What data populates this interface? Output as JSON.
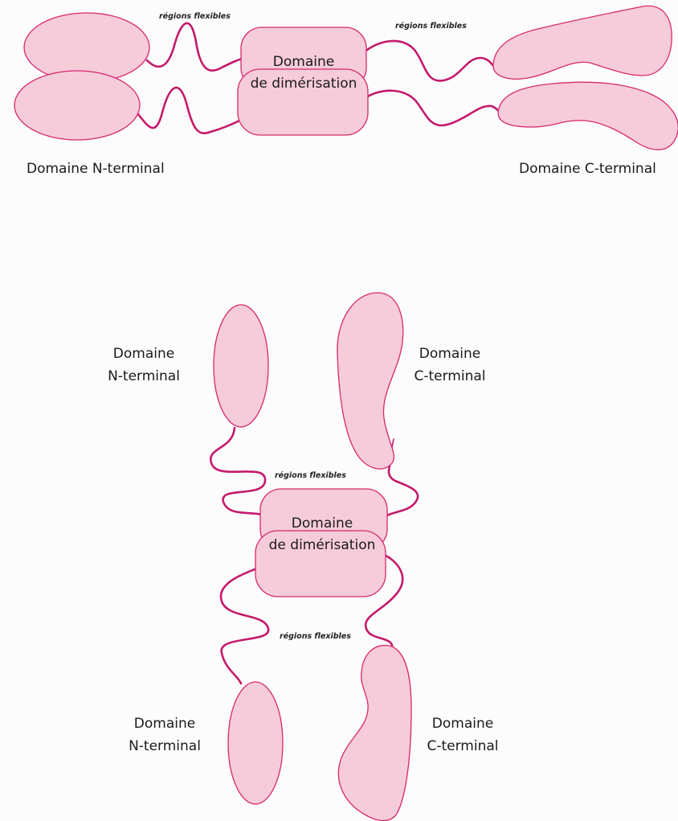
{
  "top_diagram": {
    "flexible_label_left": "régions flexibles",
    "flexible_label_right": "régions flexibles",
    "dimerisation_line1": "Domaine",
    "dimerisation_line2": "de dimérisation",
    "n_terminal_label": "Domaine N-terminal",
    "c_terminal_label": "Domaine C-terminal"
  },
  "bottom_diagram": {
    "n_terminal_top_line1": "Domaine",
    "n_terminal_top_line2": "N-terminal",
    "c_terminal_top_line1": "Domaine",
    "c_terminal_top_line2": "C-terminal",
    "flexible_label_top": "régions flexibles",
    "dimerisation_line1": "Domaine",
    "dimerisation_line2": "de dimérisation",
    "flexible_label_bottom": "régions flexibles",
    "n_terminal_bottom_line1": "Domaine",
    "n_terminal_bottom_line2": "N-terminal",
    "c_terminal_bottom_line1": "Domaine",
    "c_terminal_bottom_line2": "C-terminal"
  },
  "colors": {
    "domain_fill": "#f6cbda",
    "domain_stroke": "#d6286f",
    "linker": "#c41a6a"
  }
}
